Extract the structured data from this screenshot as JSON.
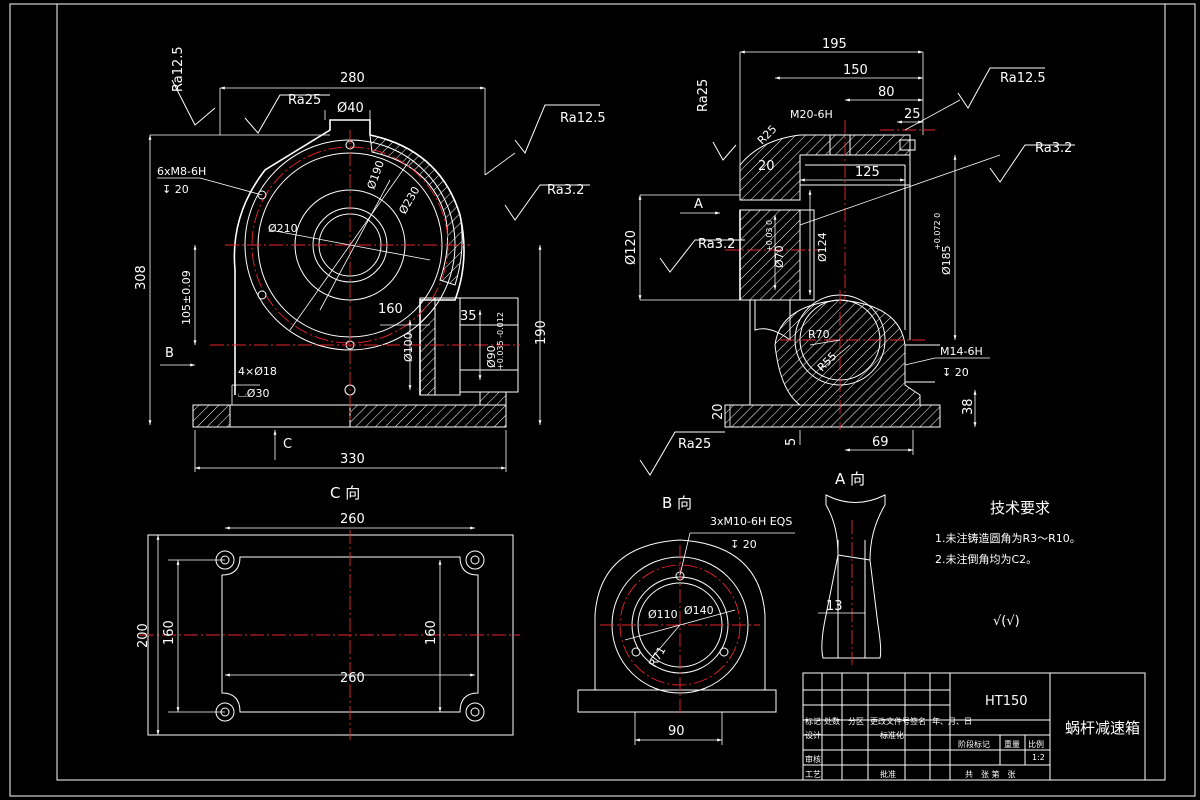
{
  "colors": {
    "background": "#000000",
    "line": "#ffffff",
    "centerline": "#e8262a"
  },
  "front_view": {
    "roughness": [
      "Ra12.5",
      "Ra25",
      "Ra12.5",
      "Ra3.2"
    ],
    "dims": {
      "width_280": "280",
      "dia_40": "Ø40",
      "thread_6m8": "6xM8-6H",
      "depth_20": "↧ 20",
      "dia_190": "Ø190",
      "dia_230": "Ø230",
      "dia_210": "Ø210",
      "height_308": "308",
      "tol_105": "105±0.09",
      "dim_160": "160",
      "dim_35": "35",
      "dia_100": "Ø100",
      "dia_90": "Ø90",
      "tol_90": "+0.035 -0.012",
      "dim_190": "190",
      "holes": "4×Ø18",
      "cbore": "⌴Ø30",
      "width_330": "330"
    },
    "view_b": "B",
    "view_c": "C"
  },
  "side_view": {
    "roughness": [
      "Ra25",
      "Ra12.5",
      "Ra3.2",
      "Ra3.2",
      "Ra25"
    ],
    "dims": {
      "d195": "195",
      "d150": "150",
      "d80": "80",
      "d25": "25",
      "m20": "M20-6H",
      "r25": "R25",
      "d20": "20",
      "d125": "125",
      "a": "A",
      "dia120": "Ø120",
      "dia70": "Ø70",
      "tol70": "+0.03 0",
      "dia124": "Ø124",
      "dia185": "Ø185",
      "tol185": "+0.072 0",
      "r70": "R70",
      "r55": "R55",
      "m14": "M14-6H",
      "depth20": "↧ 20",
      "d38": "38",
      "d20b": "20",
      "d5": "5",
      "d69": "69"
    }
  },
  "view_c": {
    "title": "C 向",
    "d260_top": "260",
    "d260_bottom": "260",
    "d200": "200",
    "d160_left": "160",
    "d160_right": "160"
  },
  "view_b": {
    "title": "B 向",
    "thread": "3xM10-6H EQS",
    "depth": "↧ 20",
    "dia110": "Ø110",
    "dia140": "Ø140",
    "r71": "R71",
    "d90": "90"
  },
  "view_a": {
    "title": "A 向",
    "d13": "13"
  },
  "tech": {
    "title": "技术要求",
    "line1": "1.未注铸造圆角为R3～R10。",
    "line2": "2.未注倒角均为C2。",
    "symbol": "√(√)"
  },
  "title_block": {
    "material": "HT150",
    "part_name": "蜗杆减速箱",
    "row_labels": [
      "标记",
      "处数",
      "分区",
      "更改文件号",
      "签名",
      "年、月、日"
    ],
    "design": "设计",
    "standard": "标准化",
    "check": "审核",
    "process": "工艺",
    "approve": "批准",
    "stage": "阶段标记",
    "weight": "重量",
    "scale_label": "比例",
    "scale": "1:2",
    "sheets": "共　张 第　张"
  }
}
